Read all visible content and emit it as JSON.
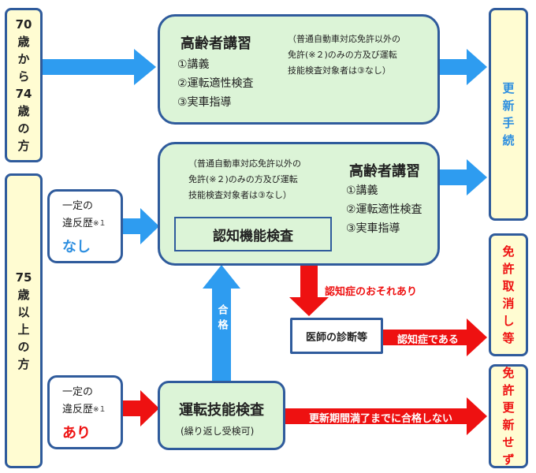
{
  "age_70_74": "70歳から74歳の方",
  "age_75_plus": "75歳以上の方",
  "top_course": {
    "title": "高齢者講習",
    "items": [
      "①講義",
      "②運転適性検査",
      "③実車指導"
    ],
    "note": [
      "（普通自動車対応免許以外の",
      "免許(※２)のみの方及び運転",
      "技能検査対象者は③なし）"
    ]
  },
  "mid_course": {
    "title": "高齢者講習",
    "items": [
      "①講義",
      "②運転適性検査",
      "③実車指導"
    ],
    "note": [
      "（普通自動車対応免許以外の",
      "免許(※２)のみの方及び運転",
      "技能検査対象者は③なし）"
    ],
    "cognitive_test": "認知機能検査"
  },
  "violation_none": {
    "line1": "一定の",
    "line2": "違反歴",
    "mark": "※１",
    "result": "なし"
  },
  "violation_yes": {
    "line1": "一定の",
    "line2": "違反歴",
    "mark": "※１",
    "result": "あり"
  },
  "driving_test": {
    "title": "運転技能検査",
    "sub": "(繰り返し受検可)"
  },
  "doctor_box": "医師の診断等",
  "outcomes": {
    "renew": "更新手続",
    "revoke": "免許取消し等",
    "not_renewed": "免許更新せず"
  },
  "arrow_labels": {
    "pass": "合格",
    "suspected": "認知症のおそれあり",
    "dementia": "認知症である",
    "fail": "更新期間満了までに合格しない"
  },
  "colors": {
    "blue_arrow": "#2e9cf0",
    "red_arrow": "#ee1111",
    "text_blue": "#2e8fe0",
    "text_red": "#ee1111",
    "border": "#2f5b9c",
    "green_fill": "#dcf4d7",
    "cream_fill": "#fffcd2"
  }
}
